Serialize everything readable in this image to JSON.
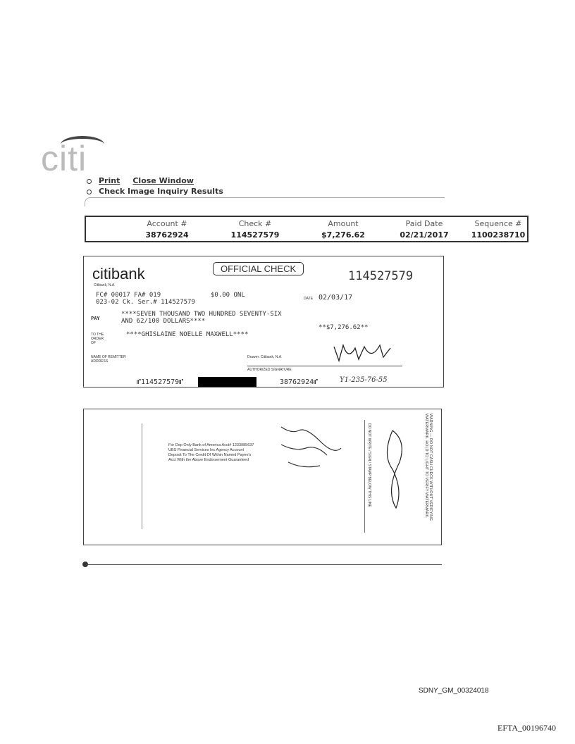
{
  "logo": {
    "text": "citi"
  },
  "nav": {
    "print": "Print",
    "close_window": "Close Window",
    "title": "Check Image Inquiry Results"
  },
  "summary": {
    "columns": [
      {
        "header": "Account #",
        "value": "38762924"
      },
      {
        "header": "Check #",
        "value": "114527579"
      },
      {
        "header": "Amount",
        "value": "$7,276.62"
      },
      {
        "header": "Paid Date",
        "value": "02/21/2017"
      },
      {
        "header": "Sequence #",
        "value": "1100238710"
      }
    ]
  },
  "check_front": {
    "bank": "citibank",
    "bank_sub": "Citibank, N.A.",
    "official": "OFFICIAL CHECK",
    "number": "114527579",
    "line1": "FC# 00017 FA# 019",
    "line1_amount": "$0.00 ONL",
    "line2": "023-02 Ck. Ser.#   114527579",
    "date_label": "DATE",
    "date": "02/03/17",
    "pay_label": "PAY",
    "pay_words": "****SEVEN THOUSAND TWO HUNDRED SEVENTY-SIX\nAND 62/100 DOLLARS****",
    "amount": "**$7,276.62**",
    "to_label": "TO THE ORDER OF",
    "payee": "****GHISLAINE NOELLE MAXWELL****",
    "remitter_label": "NAME OF REMITTER ADDRESS",
    "drawer": "Drawer: Citibank, N.A.",
    "auth_sig": "AUTHORIZED SIGNATURE",
    "micr_check": "⑈114527579⑈",
    "micr_account": "38762924⑈",
    "handwritten": "Y1-235-76-55"
  },
  "check_back": {
    "endorsement": "For Dep Only Bank of America Acct# 1233985637\nUBS Financial Services Inc Agency Account\nDeposit To The Credit Of Within Named Payee's\nAcct With the Above Endorsement Guaranteed",
    "warning": "WARNING — DO NOT CASH CHECK WITHOUT VERIFYING WATERMARK. HOLD TO LIGHT TO VERIFY WATERMARK.",
    "do_not_write": "DO NOT WRITE / SIGN / STAMP BELOW THIS LINE"
  },
  "footer": {
    "bates": "SDNY_GM_00324018",
    "efta": "EFTA_00196740"
  }
}
